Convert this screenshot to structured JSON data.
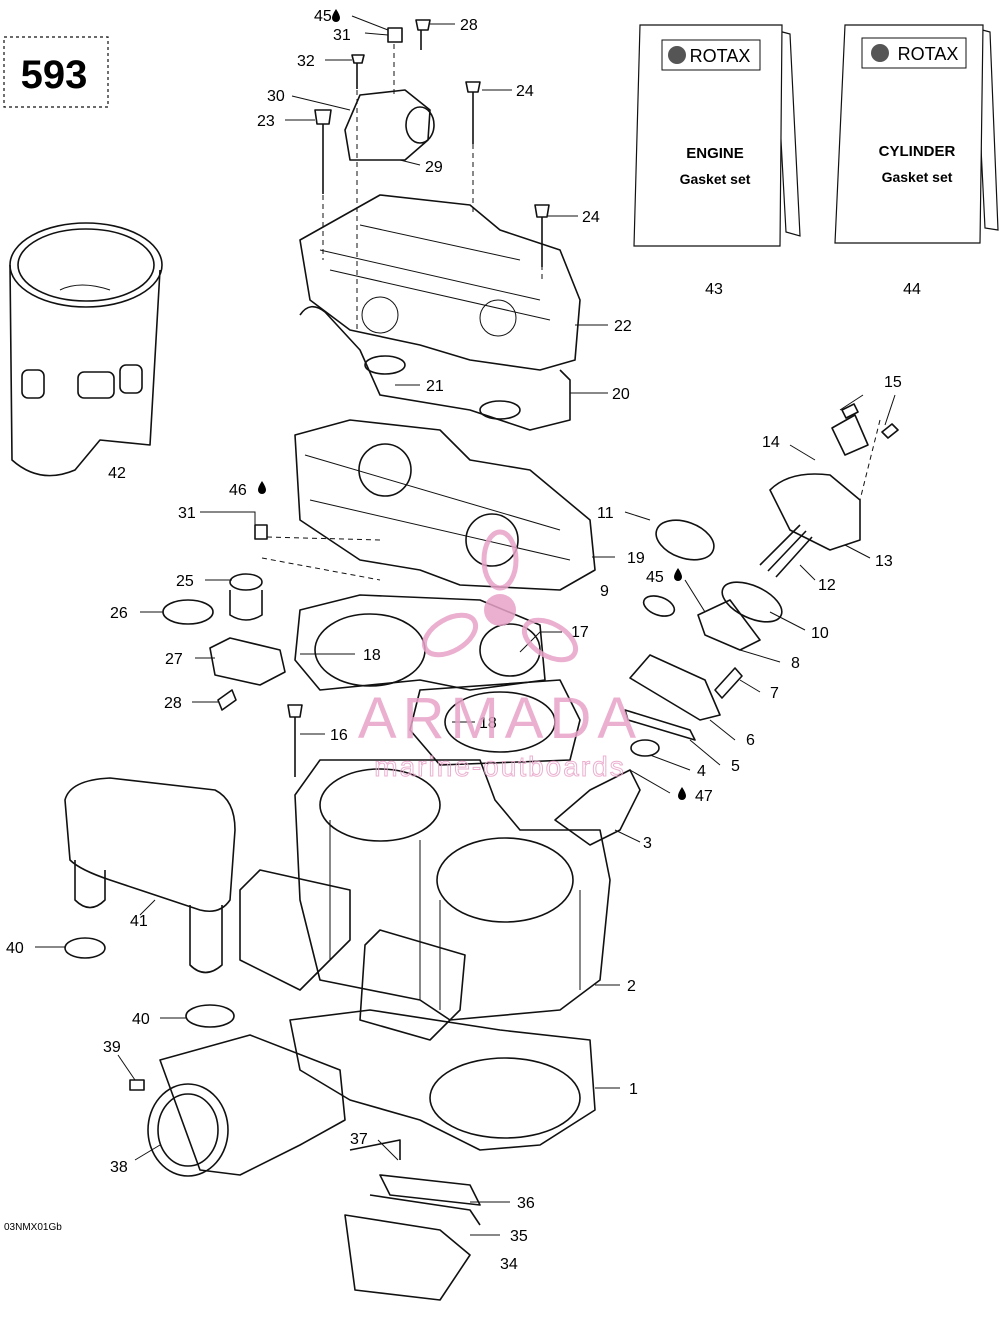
{
  "page_number": "593",
  "drawing_code": "03NMX01Gb",
  "watermark": {
    "brand": "ARMADA",
    "tagline": "marine-outboards",
    "color": "#e8a3c8"
  },
  "cards": [
    {
      "brand": "ROTAX",
      "title": "ENGINE",
      "subtitle": "Gasket set",
      "ref": "43"
    },
    {
      "brand": "ROTAX",
      "title": "CYLINDER",
      "subtitle": "Gasket set",
      "ref": "44"
    }
  ],
  "callouts": {
    "c45a": "45",
    "c31a": "31",
    "c28a": "28",
    "c32": "32",
    "c30": "30",
    "c24a": "24",
    "c23": "23",
    "c29": "29",
    "c24b": "24",
    "c22": "22",
    "c21": "21",
    "c20": "20",
    "c42": "42",
    "c15": "15",
    "c14": "14",
    "c13": "13",
    "c12": "12",
    "c11": "11",
    "c46": "46",
    "c31b": "31",
    "c19": "19",
    "c9": "9",
    "c45b": "45",
    "c10": "10",
    "c25": "25",
    "c26": "26",
    "c17": "17",
    "c18a": "18",
    "c8": "8",
    "c27": "27",
    "c7": "7",
    "c28b": "28",
    "c18b": "18",
    "c16": "16",
    "c6": "6",
    "c5": "5",
    "c4": "4",
    "c47": "47",
    "c3": "3",
    "c41": "41",
    "c40a": "40",
    "c2": "2",
    "c40b": "40",
    "c39": "39",
    "c1": "1",
    "c37": "37",
    "c38": "38",
    "c36": "36",
    "c35": "35",
    "c34": "34"
  },
  "icons": {
    "oil_drop": "oil-drop-icon",
    "logo": "propeller-logo-icon"
  }
}
